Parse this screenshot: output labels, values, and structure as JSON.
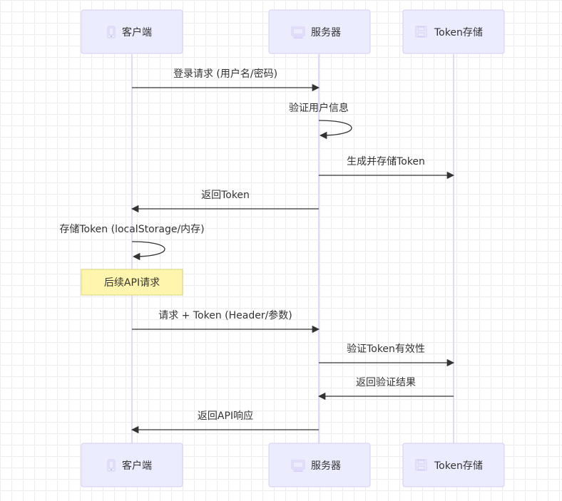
{
  "participants": [
    {
      "id": "client",
      "label": "客户端",
      "icon": "mobile-phone-icon"
    },
    {
      "id": "server",
      "label": "服务器",
      "icon": "computer-monitor-icon"
    },
    {
      "id": "store",
      "label": "Token存储",
      "icon": "floppy-disk-icon"
    }
  ],
  "messages": [
    {
      "from": "client",
      "to": "server",
      "text": "登录请求 (用户名/密码)"
    },
    {
      "from": "server",
      "to": "server",
      "text": "验证用户信息"
    },
    {
      "from": "server",
      "to": "store",
      "text": "生成并存储Token"
    },
    {
      "from": "server",
      "to": "client",
      "text": "返回Token"
    },
    {
      "from": "client",
      "to": "client",
      "text": "存储Token (localStorage/内存)"
    },
    {
      "note": "client",
      "text": "后续API请求"
    },
    {
      "from": "client",
      "to": "server",
      "text": "请求 + Token (Header/参数)"
    },
    {
      "from": "server",
      "to": "store",
      "text": "验证Token有效性"
    },
    {
      "from": "store",
      "to": "server",
      "text": "返回验证结果"
    },
    {
      "from": "server",
      "to": "client",
      "text": "返回API响应"
    }
  ]
}
